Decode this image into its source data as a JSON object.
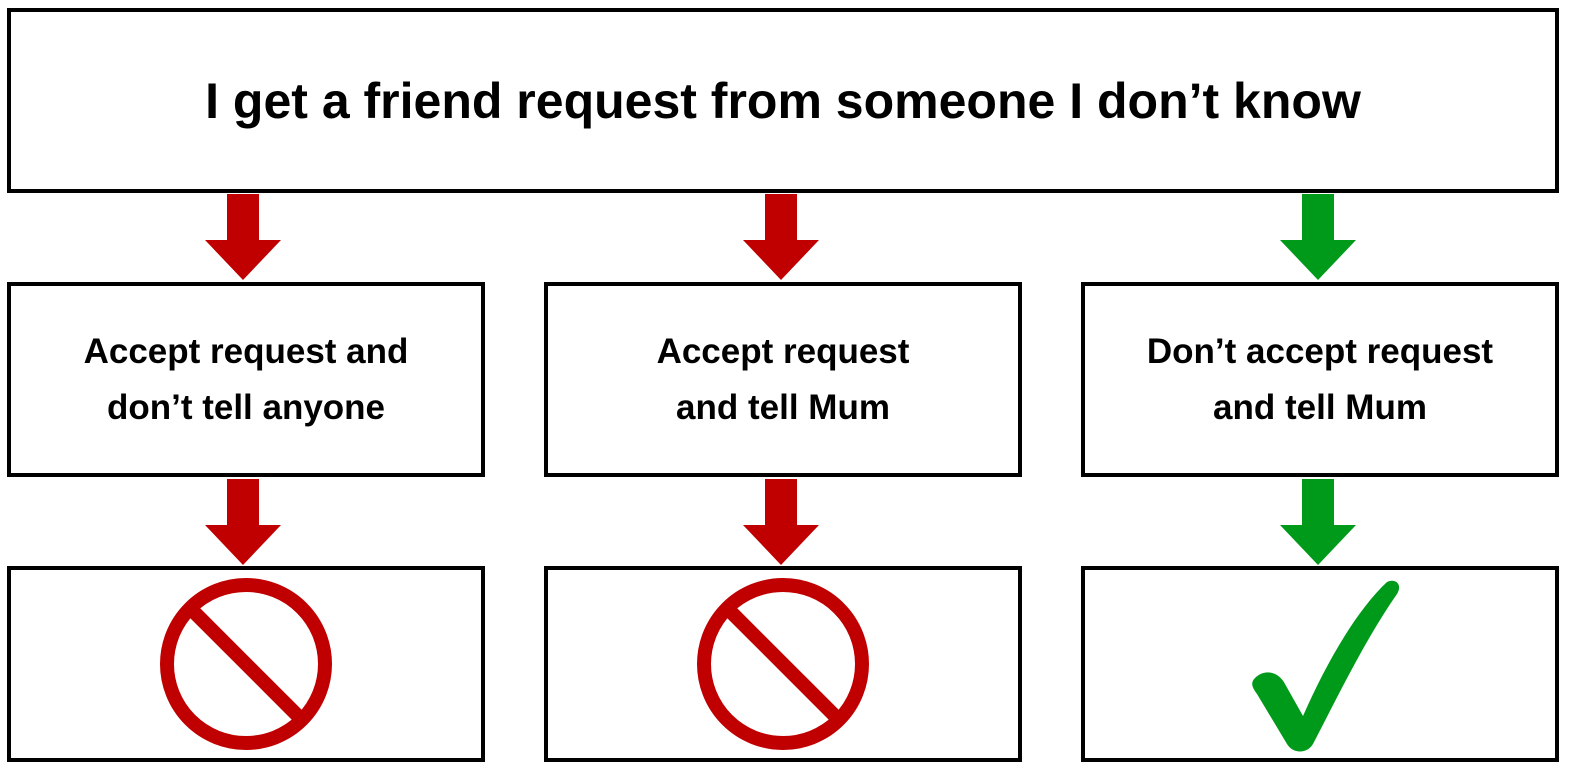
{
  "top": {
    "text": "I get a friend request from someone I don’t know"
  },
  "options": [
    {
      "line1": "Accept request and",
      "line2": "don’t tell anyone",
      "outcome": "no",
      "color": "#c00000"
    },
    {
      "line1": "Accept request",
      "line2": "and tell Mum",
      "outcome": "no",
      "color": "#c00000"
    },
    {
      "line1": "Don’t accept request",
      "line2": "and tell Mum",
      "outcome": "yes",
      "color": "#00a000"
    }
  ],
  "colors": {
    "wrong": "#c00000",
    "right": "#009a1a",
    "border": "#000000"
  },
  "icons": {
    "wrong": "no-entry-icon",
    "right": "checkmark-icon"
  }
}
